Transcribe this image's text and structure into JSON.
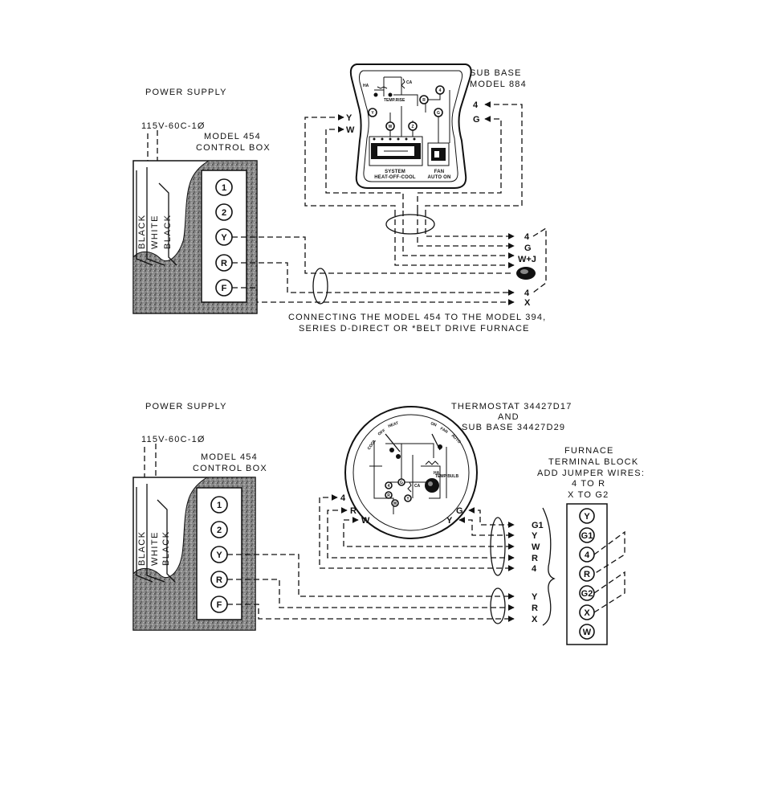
{
  "top": {
    "power_supply": "POWER SUPPLY",
    "voltage": "115V-60C-1Ø",
    "control_box": [
      "MODEL 454",
      "CONTROL BOX"
    ],
    "wires": [
      "BLACK",
      "WHITE",
      "BLACK"
    ],
    "terminals": [
      "1",
      "2",
      "Y",
      "R",
      "F"
    ],
    "sub_base": [
      "SUB BASE",
      "MODEL 884"
    ],
    "sub_base_inner": {
      "ha": "HA",
      "ca": "CA",
      "temp_rise": "TEMP.RISE",
      "terms": [
        "4",
        "R",
        "Y",
        "G",
        "W",
        "Z"
      ],
      "system": [
        "SYSTEM",
        "HEAT-OFF-COOL"
      ],
      "fan": [
        "FAN",
        "AUTO ON"
      ]
    },
    "left_leads": [
      "Y",
      "W"
    ],
    "right_leads": [
      "4",
      "G"
    ],
    "furnace_leads": [
      "4",
      "G",
      "W+J",
      "4",
      "X"
    ],
    "caption": [
      "CONNECTING THE MODEL 454 TO THE MODEL 394,",
      "SERIES D-DIRECT OR *BELT DRIVE FURNACE"
    ]
  },
  "bottom": {
    "power_supply": "POWER SUPPLY",
    "voltage": "115V-60C-1Ø",
    "control_box": [
      "MODEL 454",
      "CONTROL BOX"
    ],
    "wires": [
      "BLACK",
      "WHITE",
      "BLACK"
    ],
    "terminals": [
      "1",
      "2",
      "Y",
      "R",
      "F"
    ],
    "thermostat": [
      "THERMOSTAT 34427D17",
      "AND",
      "SUB BASE 34427D29"
    ],
    "dial": {
      "cool": "COOL",
      "off": "OFF",
      "heat": "HEAT",
      "on": "ON",
      "fan": "FAN",
      "auto": "AUTO",
      "ha": "HA",
      "ca": "CA",
      "temp_bulb": "TEMP BULB"
    },
    "inner_terms": [
      "G",
      "R",
      "W",
      "Y",
      "4"
    ],
    "left_leads": [
      "4",
      "R",
      "W"
    ],
    "right_leads": [
      "G",
      "Y"
    ],
    "furnace_leads_top": [
      "G1",
      "Y",
      "W",
      "R",
      "4"
    ],
    "furnace_leads_bottom": [
      "Y",
      "R",
      "X"
    ],
    "furnace_block": [
      "FURNACE",
      "TERMINAL BLOCK",
      "ADD JUMPER WIRES:",
      "4 TO R",
      "X TO G2"
    ],
    "block_terms": [
      "Y",
      "G1",
      "4",
      "R",
      "G2",
      "X",
      "W"
    ]
  }
}
